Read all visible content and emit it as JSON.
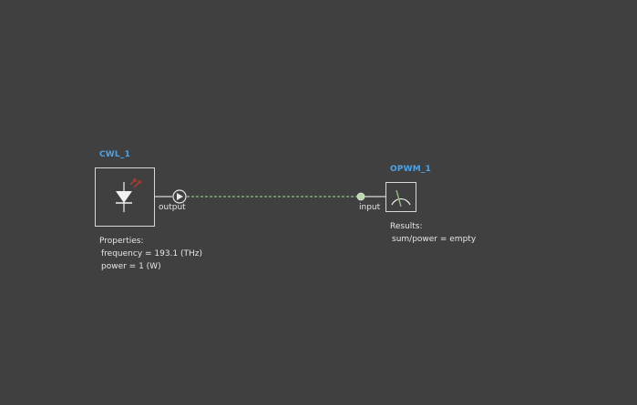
{
  "components": [
    {
      "title": "CWL_1",
      "port": "output",
      "info_heading": "Properties:",
      "info_lines": [
        "frequency = 193.1 (THz)",
        "power = 1 (W)"
      ],
      "icon": "laser-diode-icon"
    },
    {
      "title": "OPWM_1",
      "port": "input",
      "info_heading": "Results:",
      "info_lines": [
        "sum/power = empty"
      ],
      "icon": "power-meter-icon"
    }
  ],
  "colors": {
    "background": "#404040",
    "title": "#4da3e8",
    "text": "#e6e6e6",
    "connection": "#8fbf7f",
    "laser_rays": "#c0392b",
    "meter_needle": "#8fbf7f"
  }
}
